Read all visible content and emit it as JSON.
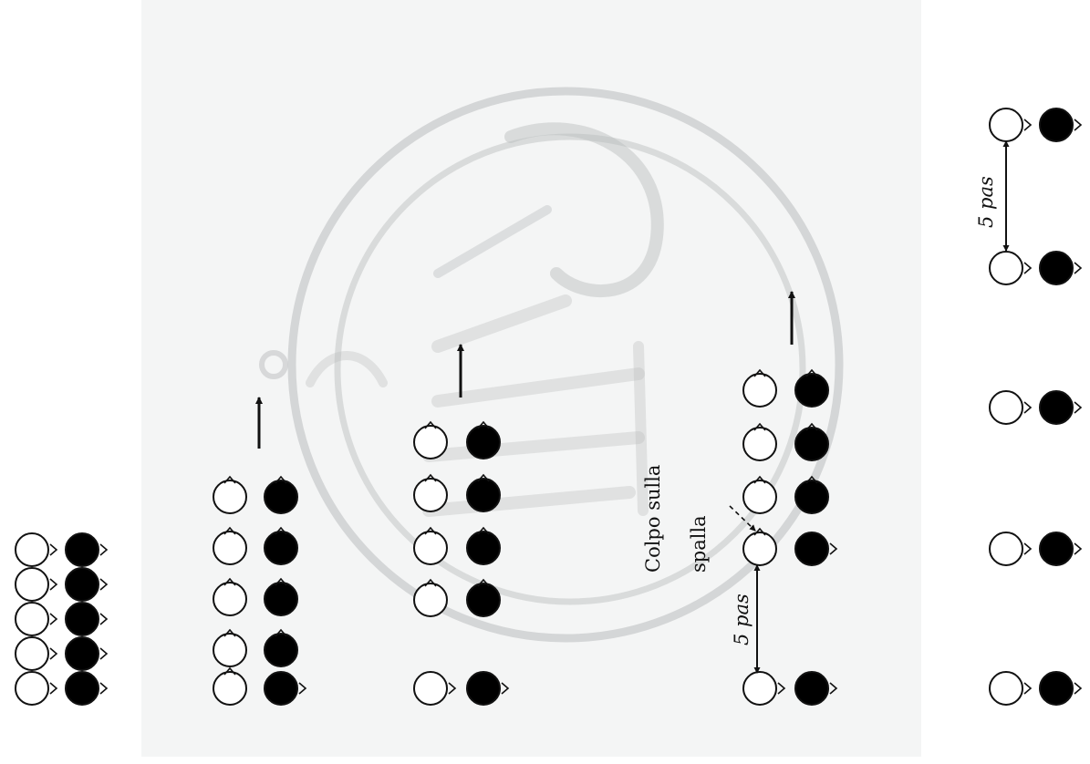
{
  "diagram": {
    "labels": {
      "colpo_line1": "Colpo sulla",
      "colpo_line2": "spalla",
      "pas_middle": "5 pas",
      "pas_right": "5 pas"
    },
    "watermark": "seal-watermark",
    "colors": {
      "background_panel": "#f4f5f5",
      "outline": "#111111",
      "filled": "#000000",
      "open": "#ffffff",
      "seal": "#b9bcbd"
    }
  }
}
